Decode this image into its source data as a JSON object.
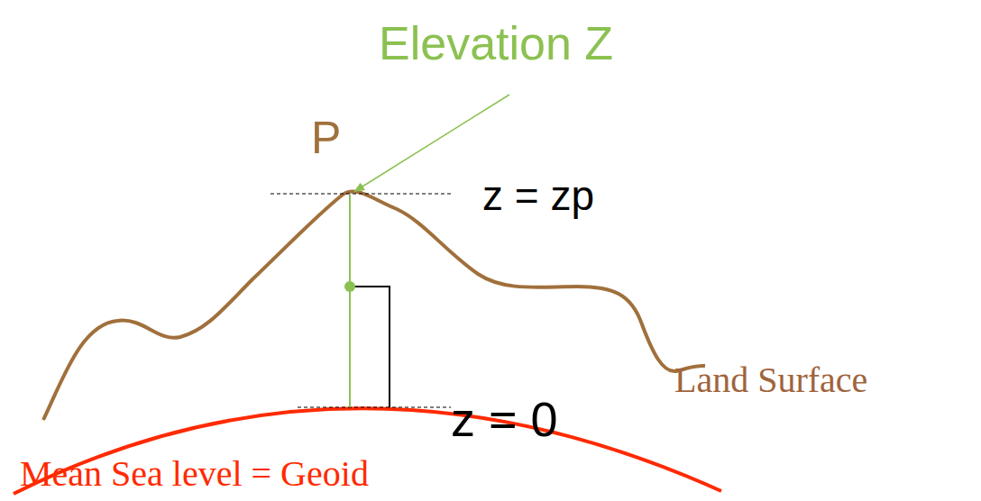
{
  "diagram": {
    "labels": [
      "Elevation Z",
      "P",
      "z = zp",
      "z = 0",
      "Land Surface",
      "Mean Sea level = Geoid"
    ]
  }
}
